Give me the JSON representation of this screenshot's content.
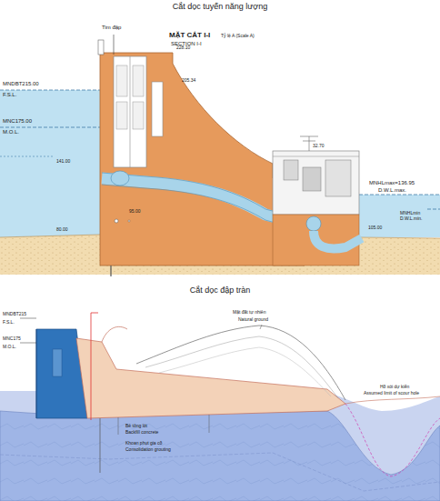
{
  "diagram": {
    "nodes": [
      {
        "text": [
          "Cắt dọc tuyến năng lượng"
        ]
      },
      {
        "text": [
          "Cắt dọc đập tràn"
        ]
      }
    ],
    "labels": [
      "Tim đập",
      "MẶT CẮT I-I",
      "SECTION I-I",
      "Tỷ lệ A (Scale A)",
      "MNDBT215.00",
      "F.S.L.",
      "MNC175.00",
      "M.O.L.",
      "228.10",
      "205.34",
      "141.00",
      "95.00",
      "80.00",
      "32.70",
      "MNHLmax=136.95",
      "D.W.L.max.",
      "MNHLmin",
      "D.W.L.min.",
      "105.00",
      "MNDBT215",
      "F.S.L.",
      "MNC175",
      "M.O.L.",
      "Mặt đất tự nhiên",
      "Natural ground",
      "Bê tông lót",
      "Backfill concrete",
      "Khoan phụt gia cố",
      "Consolidation grouting",
      "Hố xói dự kiến",
      "Assumed limit of scour hole"
    ]
  }
}
